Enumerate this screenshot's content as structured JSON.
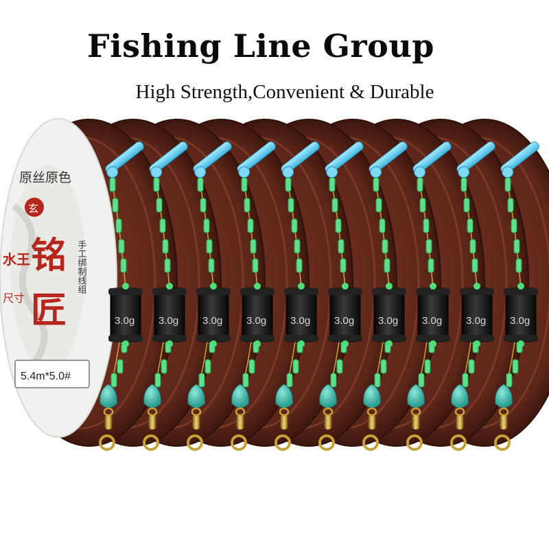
{
  "header": {
    "title": "Fishing Line Group",
    "subtitle": "High Strength,Convenient & Durable"
  },
  "spool_label": {
    "top_text": "原丝原色",
    "circle_char": "玄",
    "brand": "铭匠",
    "side_text": "手工绑制线组",
    "left_text_1": "水王",
    "left_text_2": "尺寸",
    "size_text": "5.4m*5.0#"
  },
  "sinker_label": "3.0g",
  "rig_count": 10,
  "colors": {
    "reel": "#6b2e1f",
    "reel_dark": "#4a1c12",
    "line_beads": "#5ee08a",
    "float_stop": "#6ed0f0",
    "sinker": "#1a1a1a",
    "bead": "#49c6b6",
    "swivel": "#c9a13a"
  }
}
